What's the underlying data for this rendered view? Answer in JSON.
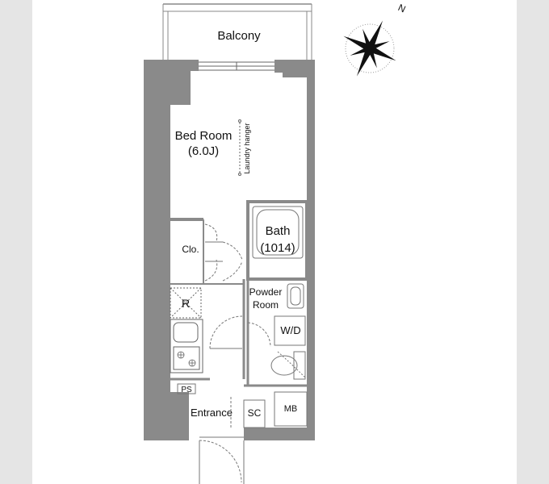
{
  "rooms": {
    "balcony": "Balcony",
    "bedroom_name": "Bed Room",
    "bedroom_size": "(6.0J)",
    "laundry": "Laundry hanger",
    "closet": "Clo.",
    "bath_name": "Bath",
    "bath_size": "(1014)",
    "fridge": "R",
    "powder_line1": "Powder",
    "powder_line2": "Room",
    "washer": "W/D",
    "pipe_space": "PS",
    "entrance": "Entrance",
    "shoe_closet": "SC",
    "meter_box": "MB"
  },
  "compass": {
    "north": "N"
  }
}
